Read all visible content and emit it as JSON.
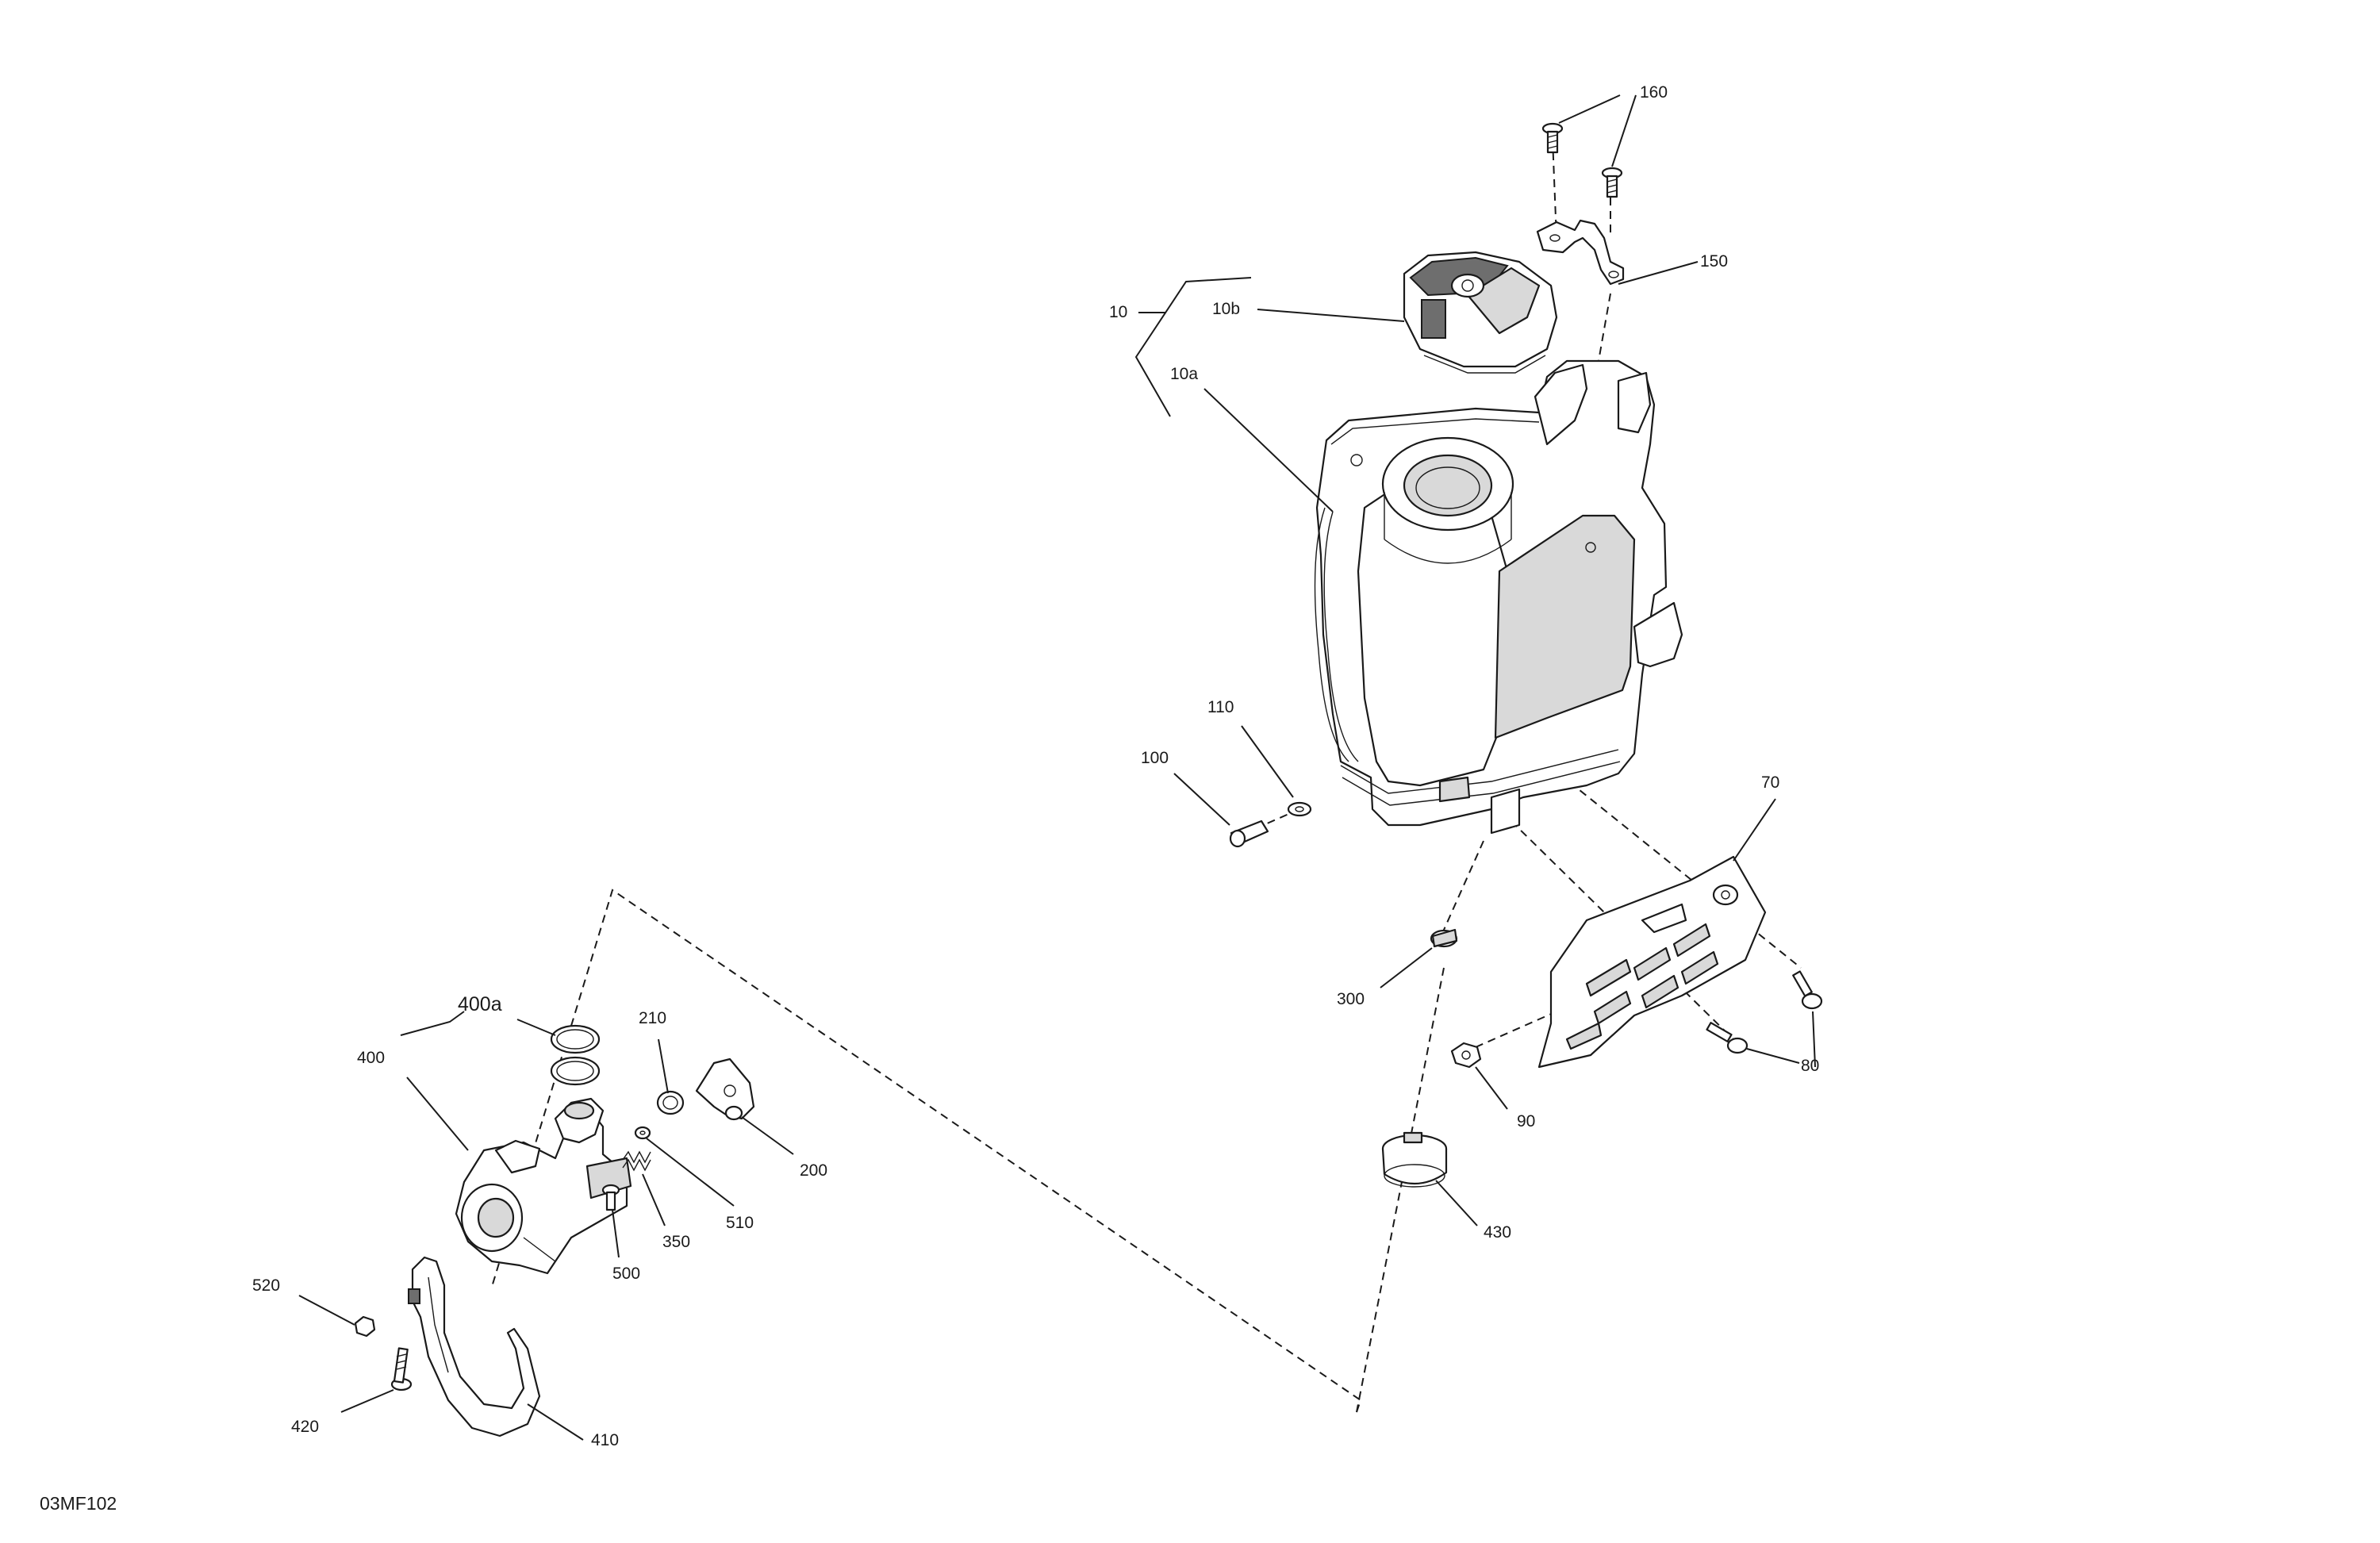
{
  "drawing_id": "03MF102",
  "callouts": {
    "c160": "160",
    "c150": "150",
    "c10": "10",
    "c10b": "10b",
    "c10a": "10a",
    "c110": "110",
    "c100": "100",
    "c70": "70",
    "c300": "300",
    "c80": "80",
    "c90": "90",
    "c430": "430",
    "c400a": "400a",
    "c400": "400",
    "c210": "210",
    "c200": "200",
    "c350": "350",
    "c510": "510",
    "c500": "500",
    "c520": "520",
    "c420": "420",
    "c410": "410"
  }
}
